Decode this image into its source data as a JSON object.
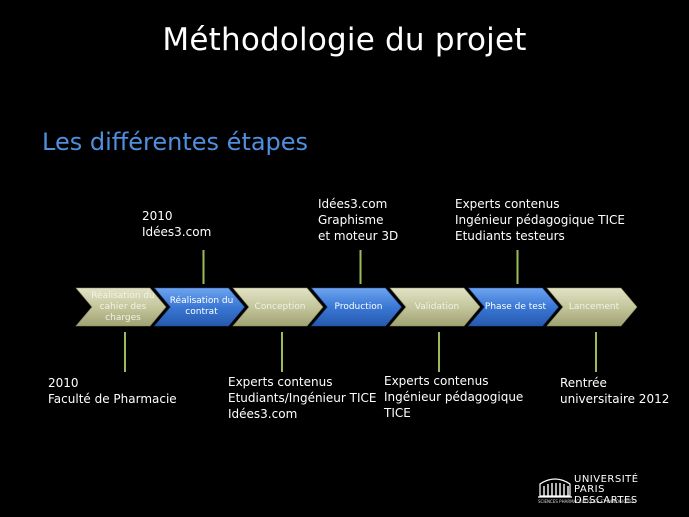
{
  "slide": {
    "title": "Méthodologie du projet",
    "subtitle": "Les différentes étapes"
  },
  "stages": [
    {
      "label": "Réalisation du cahier des charges",
      "color": "#c9cba3"
    },
    {
      "label": "Réalisation du contrat",
      "color": "#3f7fdc"
    },
    {
      "label": "Conception",
      "color": "#c9cba3"
    },
    {
      "label": "Production",
      "color": "#3f7fdc"
    },
    {
      "label": "Validation",
      "color": "#c9cba3"
    },
    {
      "label": "Phase de test",
      "color": "#3f7fdc"
    },
    {
      "label": "Lancement",
      "color": "#c9cba3"
    }
  ],
  "annotations": {
    "top_contrat": [
      "2010",
      "Idées3.com"
    ],
    "top_production": [
      "Idées3.com",
      "Graphisme",
      "et moteur 3D"
    ],
    "top_test": [
      "Experts contenus",
      "Ingénieur pédagogique TICE",
      "Etudiants testeurs"
    ],
    "bottom_cahier": [
      "2010",
      "Faculté de Pharmacie"
    ],
    "bottom_conception": [
      "Experts contenus",
      "Etudiants/Ingénieur TICE",
      "Idées3.com"
    ],
    "bottom_validation": [
      "Experts contenus",
      "Ingénieur pédagogique",
      "TICE"
    ],
    "bottom_lancement": [
      "Rentrée",
      "universitaire 2012"
    ]
  },
  "logo": {
    "line1": "UNIVERSITÉ",
    "line2": "PARIS DESCARTES",
    "tagline": "SCIENCES PHARMACEUTIQUES ET BIOLOGIQUES"
  }
}
